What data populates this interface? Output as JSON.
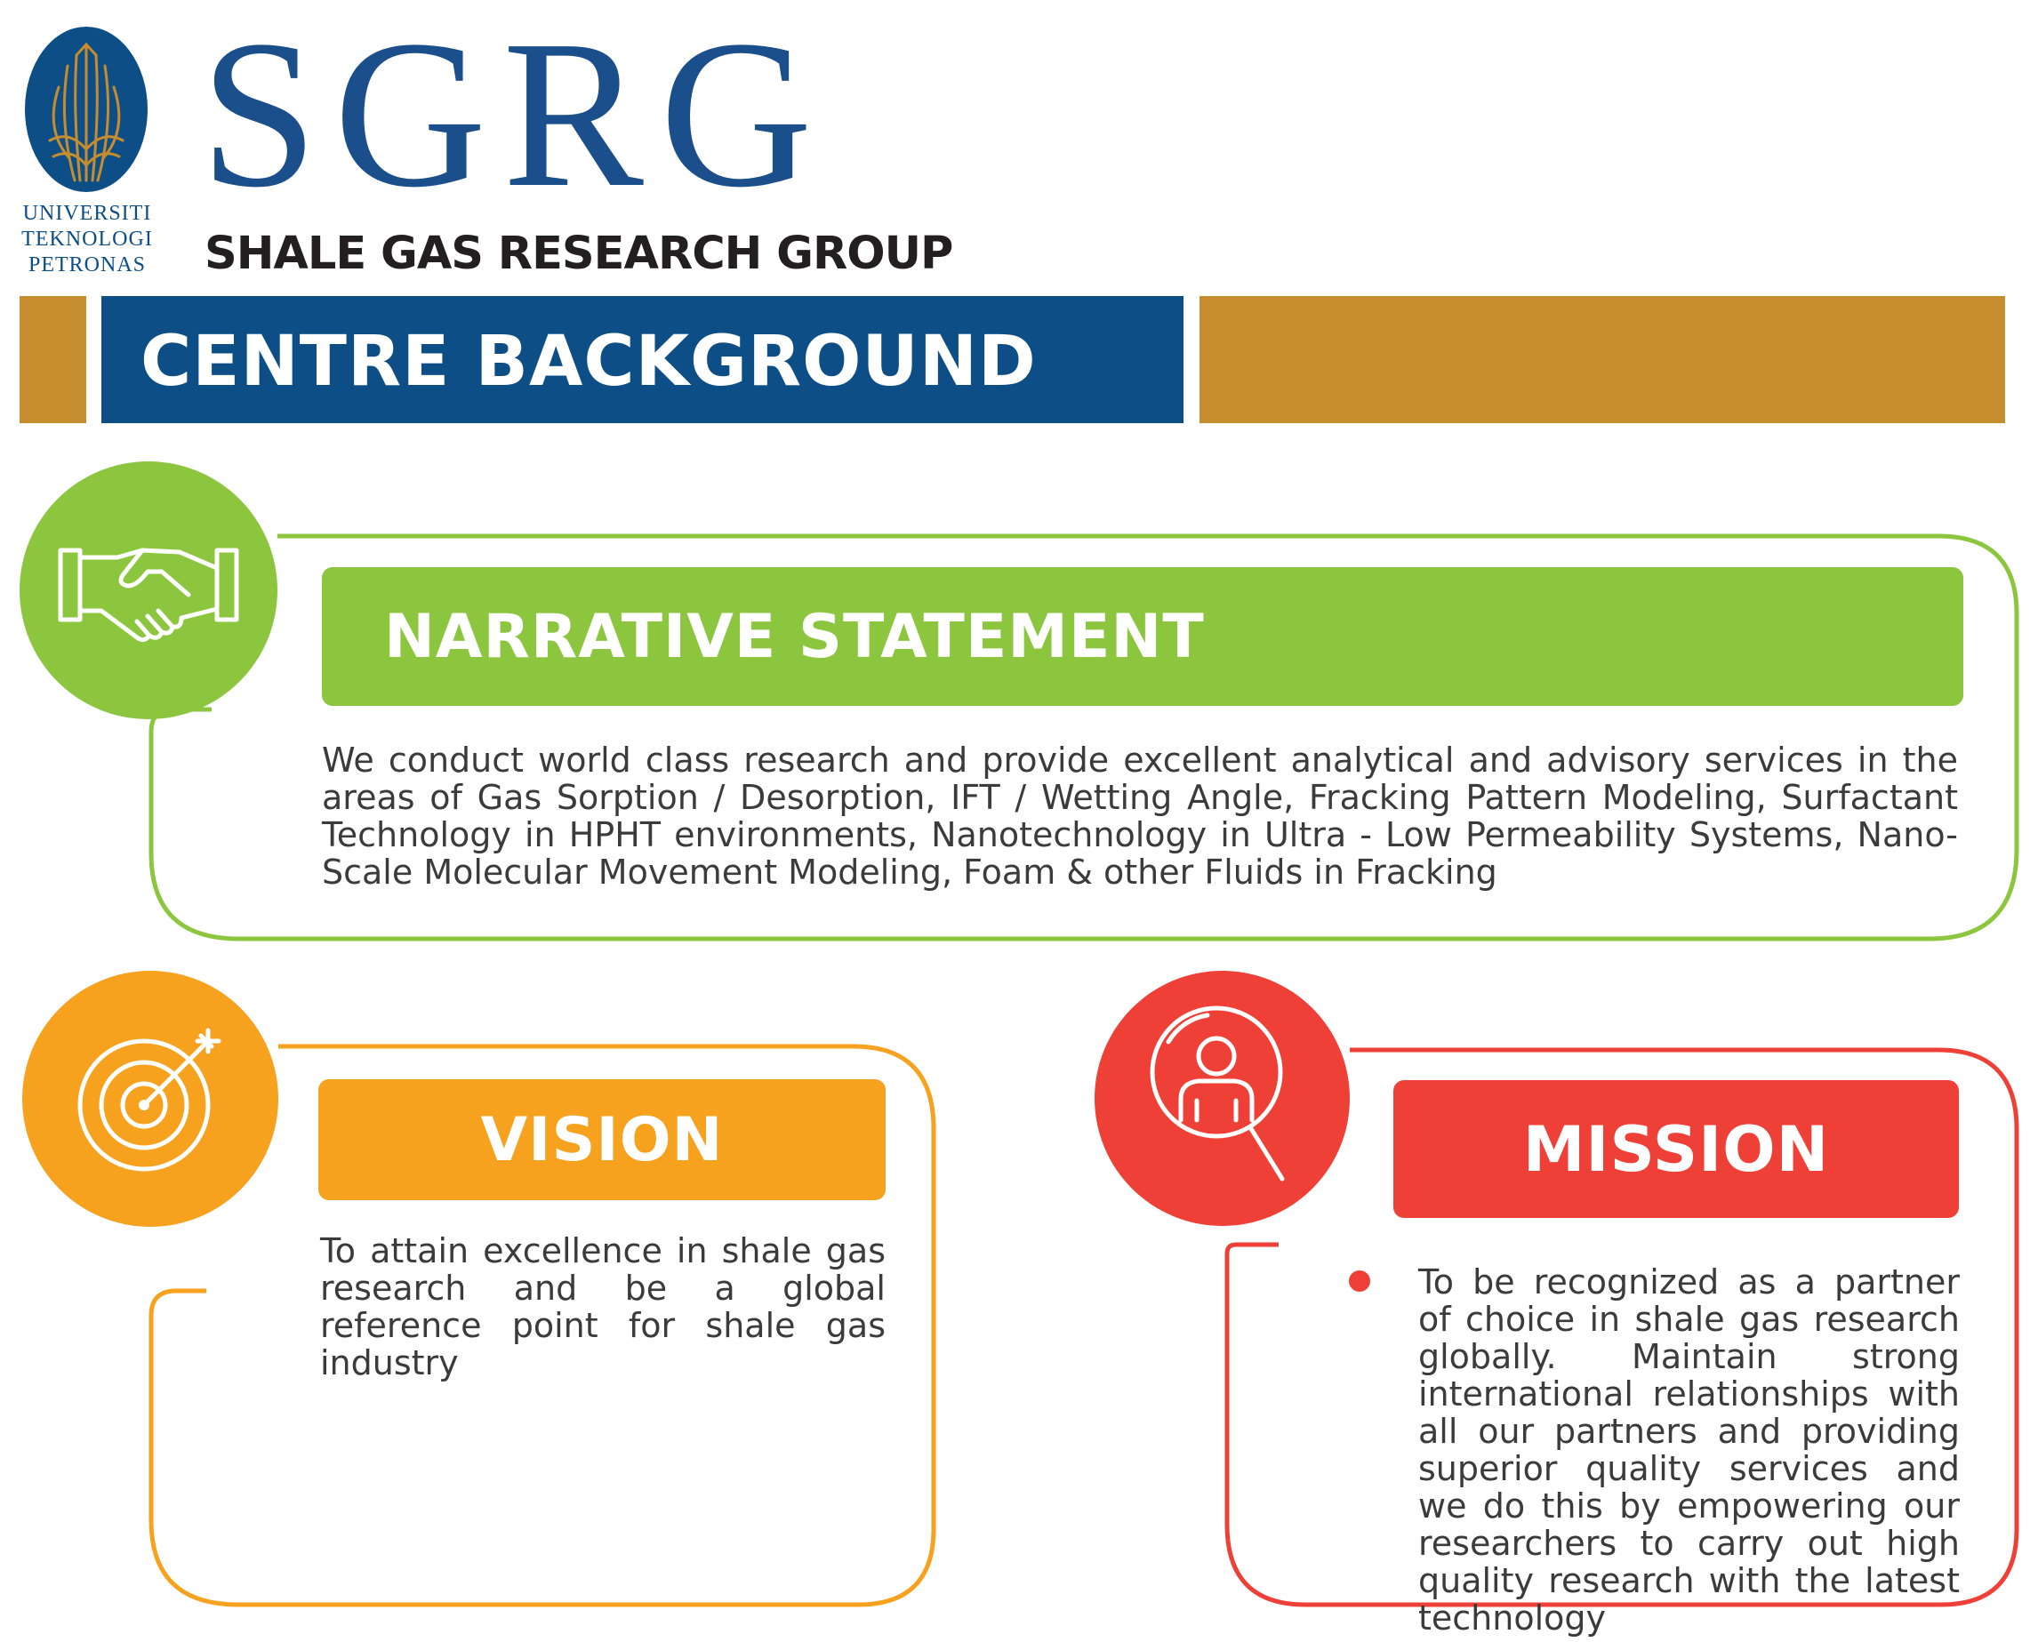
{
  "brand": {
    "university_lines": [
      "UNIVERSITI",
      "TEKNOLOGI",
      "PETRONAS"
    ],
    "acronym": "SGRG",
    "full_name": "SHALE GAS RESEARCH GROUP"
  },
  "banner": {
    "title": "CENTRE BACKGROUND"
  },
  "sections": {
    "narrative": {
      "title": "NARRATIVE STATEMENT",
      "icon": "handshake-icon",
      "color": "#8cc63f",
      "text": "We conduct world class research and provide excellent analytical and advisory services in the areas of  Gas Sorption / Desorption, IFT / Wetting Angle, Fracking Pattern Modeling, Surfactant Technology in HPHT environments, Nanotechnology in Ultra - Low Permeability Systems, Nano-Scale Molecular Movement Modeling, Foam & other Fluids in Fracking"
    },
    "vision": {
      "title": "VISION",
      "icon": "target-arrow-icon",
      "color": "#f6a21f",
      "text": "To attain excellence in shale gas research and be a global reference point for shale gas industry"
    },
    "mission": {
      "title": "MISSION",
      "icon": "person-search-icon",
      "color": "#ee4036",
      "text": "To be recognized as a partner of choice in shale gas research globally. Maintain strong international relationships with all our partners and providing superior quality services and we do this by empowering our researchers to carry out high quality research with the latest technology"
    }
  },
  "colors": {
    "brand_blue": "#0d4e86",
    "brand_gold": "#c68d2e"
  }
}
